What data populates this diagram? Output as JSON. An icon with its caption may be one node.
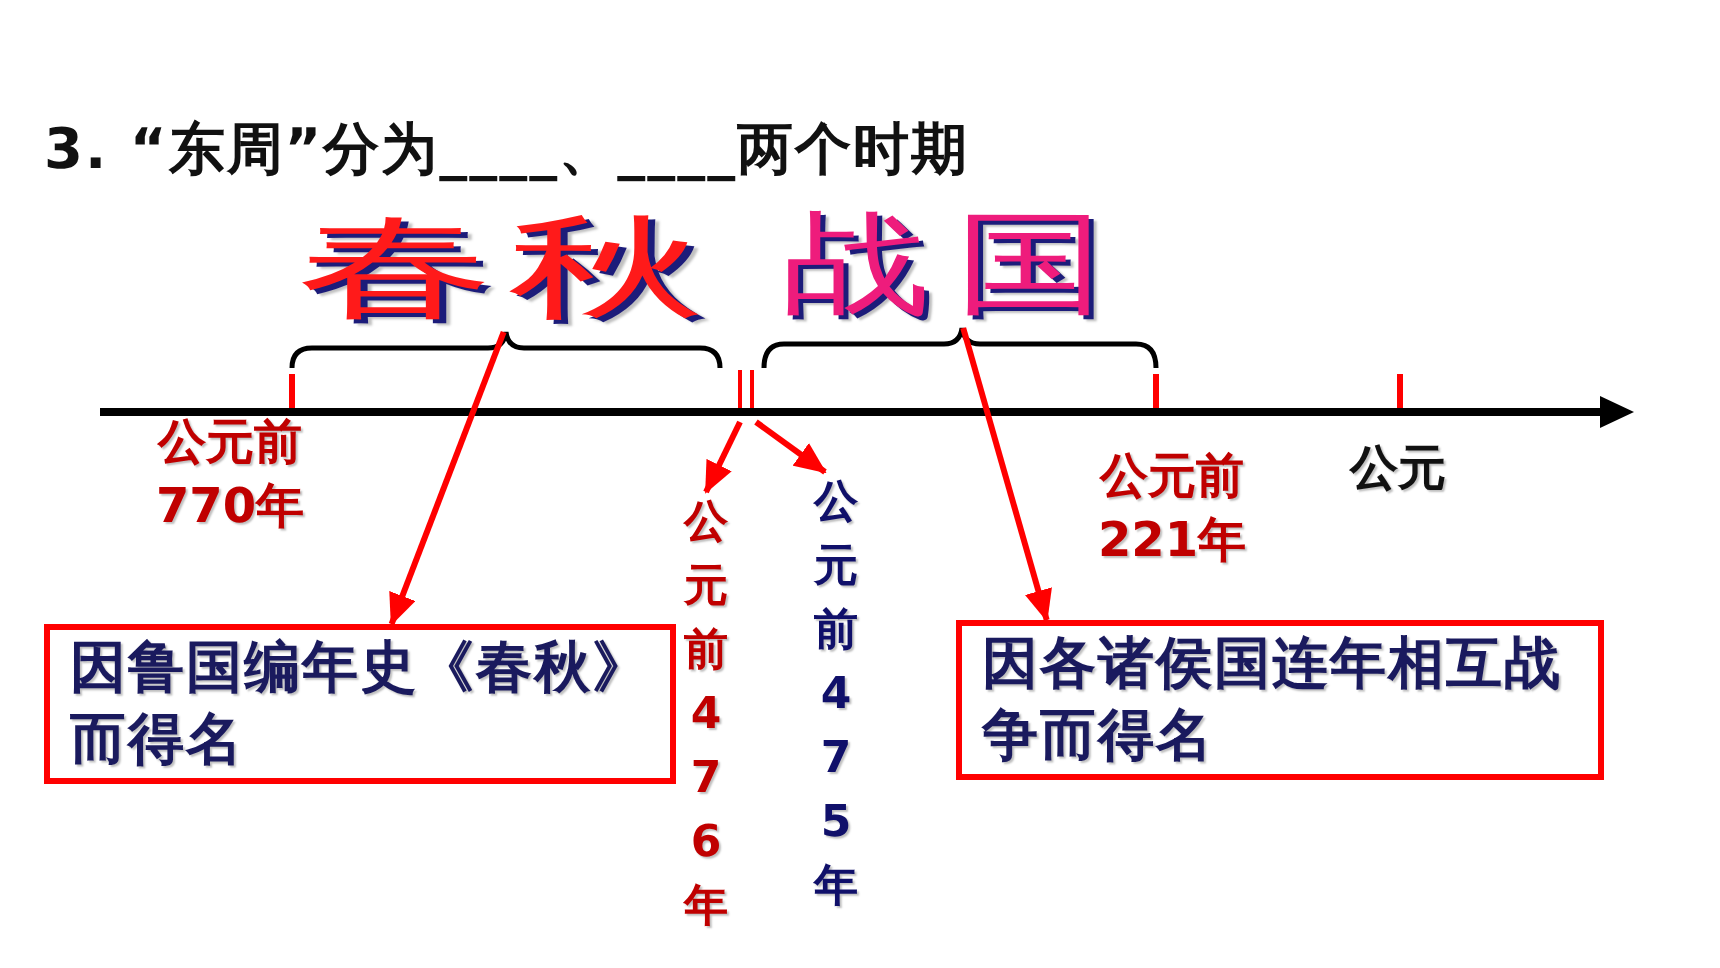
{
  "diagram": {
    "title": "3. “**东**周”分为____、____两个时期",
    "nodes": [
      {
        "text": [
          "春秋"
        ]
      },
      {
        "text": [
          "战国"
        ]
      },
      {
        "text": [
          "因鲁国编年史《春秋》而得名"
        ]
      },
      {
        "text": [
          "因各诸侯国连年相互战争而得名"
        ]
      },
      {
        "text": [
          "公元前476年"
        ]
      },
      {
        "text": [
          "公元前475年"
        ]
      }
    ],
    "edges": [
      {
        "from": 0,
        "to": 2,
        "arrow": "to"
      },
      {
        "from": 1,
        "to": 3,
        "arrow": "to"
      },
      {
        "from": null,
        "to": 4,
        "arrow": "to"
      },
      {
        "from": null,
        "to": 5,
        "arrow": "to"
      }
    ],
    "labels": [
      "公元前770年",
      "公元前221年",
      "公元"
    ]
  }
}
